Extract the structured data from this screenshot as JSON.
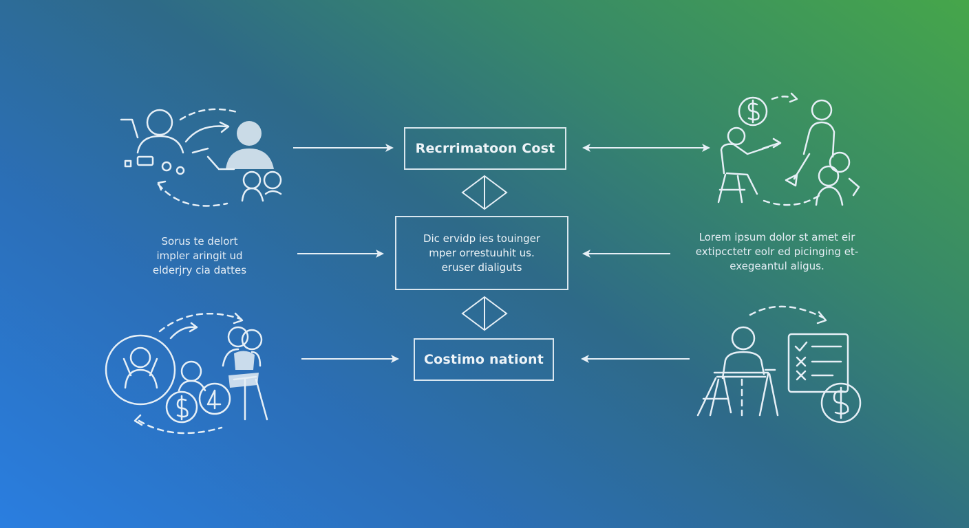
{
  "center": {
    "top_box": "Recrrimatoon Cost",
    "middle_box": [
      "Dic ervidp ies touinger",
      "mper orrestuuhit us.",
      "eruser dialiguts"
    ],
    "bottom_box": "Costimo nationt"
  },
  "left_text": [
    "Sorus te delort",
    "impler aringit ud",
    "elderjry cia dattes"
  ],
  "right_text": [
    "Lorem ipsum dolor st amet eir",
    "extipcctetr eolr ed picinging et-",
    "exegeantul aligus."
  ],
  "icons": {
    "top_left": "people-exchange-icon",
    "bottom_left": "people-money-cycle-icon",
    "top_right": "teaching-money-icon",
    "bottom_right": "survey-checklist-icon"
  },
  "colors": {
    "line": "#e6eff6",
    "gradient_start": "#2a7ee0",
    "gradient_end": "#46a64a"
  }
}
